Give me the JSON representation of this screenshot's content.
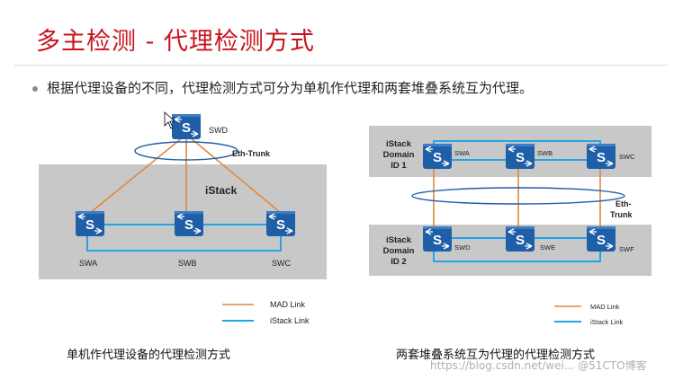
{
  "title": "多主检测 - 代理检测方式",
  "bullet": "根据代理设备的不同，代理检测方式可分为单机作代理和两套堆叠系统互为代理。",
  "left_diagram": {
    "stack_label": "iStack",
    "trunk_label": "Eth-Trunk",
    "switches": [
      "SWD",
      "SWA",
      "SWB",
      "SWC"
    ],
    "legend": {
      "mad": "MAD Link",
      "istack": "iStack Link"
    },
    "caption": "单机作代理设备的代理检测方式"
  },
  "right_diagram": {
    "domain1_label": [
      "iStack",
      "Domain",
      "ID 1"
    ],
    "domain2_label": [
      "iStack",
      "Domain",
      "ID 2"
    ],
    "trunk_label": [
      "Eth-",
      "Trunk"
    ],
    "switches_top": [
      "SWA",
      "SWB",
      "SWC"
    ],
    "switches_bottom": [
      "SWD",
      "SWE",
      "SWF"
    ],
    "legend": {
      "mad": "MAD Link",
      "istack": "iStack Link"
    },
    "caption": "两套堆叠系统互为代理的代理检测方式"
  },
  "watermark": "https://blog.csdn.net/wei... @51CTO博客",
  "colors": {
    "title": "#c8141e",
    "mad_link": "#e0883a",
    "istack_link": "#20a6e6",
    "switch": "#1f5fa8",
    "stack_bg": "#c8c8c8"
  }
}
